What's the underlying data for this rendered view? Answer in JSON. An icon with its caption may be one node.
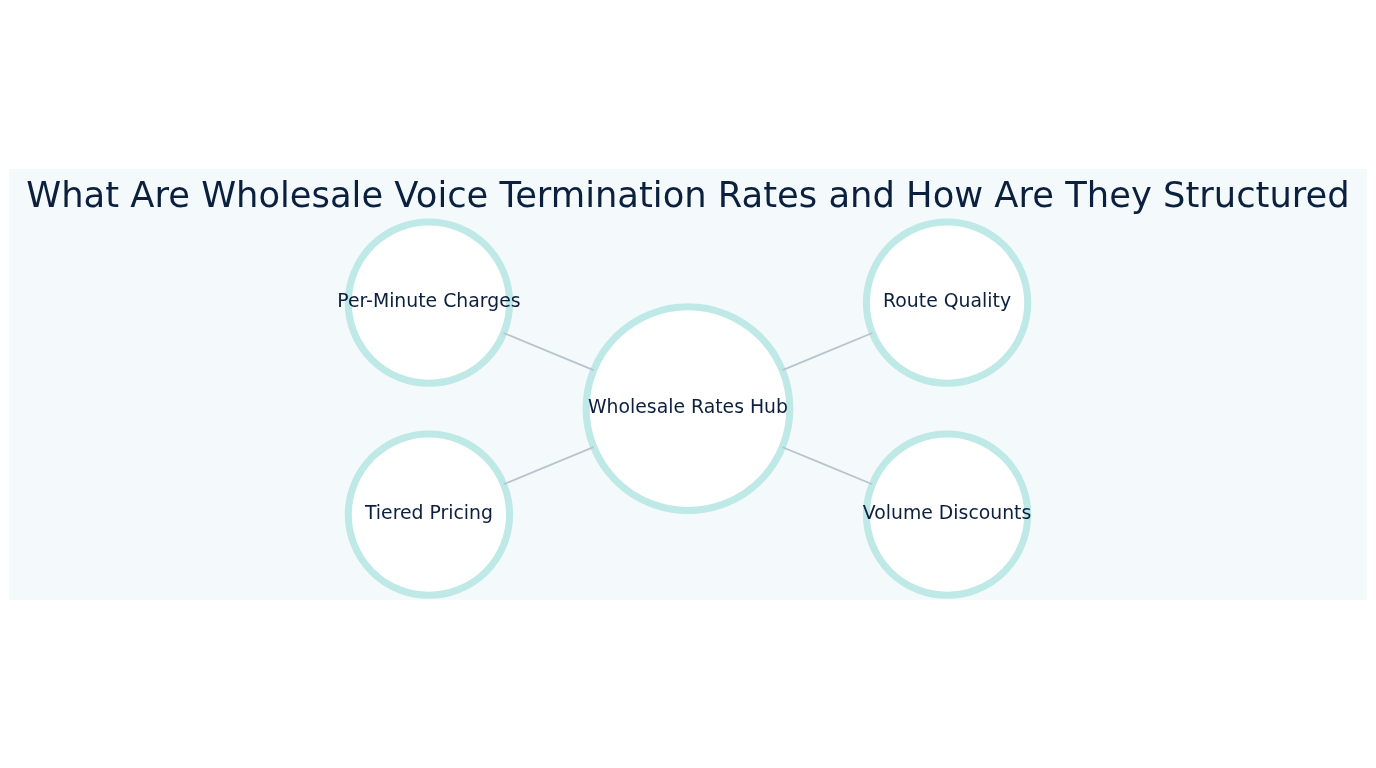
{
  "diagram": {
    "title": "What Are Wholesale Voice Termination Rates and How Are They Structured",
    "nodes": [
      {
        "text": [
          "Per-Minute Charges"
        ]
      },
      {
        "text": [
          "Route Quality"
        ]
      },
      {
        "text": [
          "Wholesale Rates Hub"
        ]
      },
      {
        "text": [
          "Tiered Pricing"
        ]
      },
      {
        "text": [
          "Volume Discounts"
        ]
      }
    ],
    "edges": [
      {
        "from": 0,
        "to": 2,
        "arrow": "none"
      },
      {
        "from": 2,
        "to": 1,
        "arrow": "none"
      },
      {
        "from": 3,
        "to": 2,
        "arrow": "none"
      },
      {
        "from": 2,
        "to": 4,
        "arrow": "none"
      }
    ]
  }
}
